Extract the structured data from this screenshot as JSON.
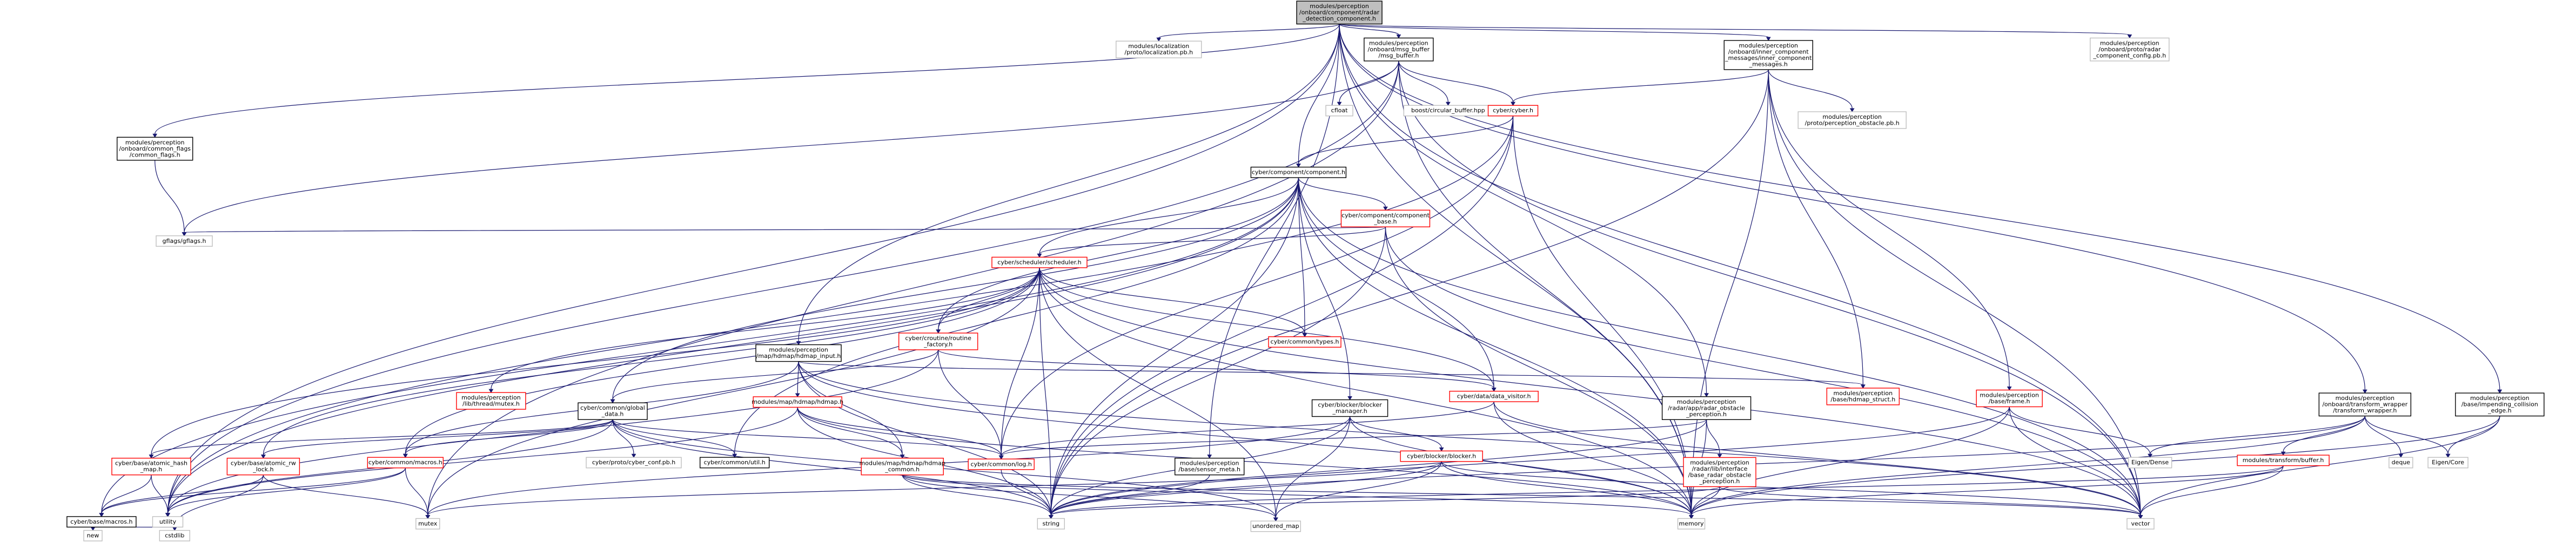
{
  "colors": {
    "edge": "#191970",
    "focus_fill": "#bfbfbf",
    "focus_stroke": "#000000",
    "normal_stroke": "#000000",
    "hidden_stroke": "#ff0000",
    "leaf_stroke": "#bfbfbf"
  },
  "nodes": [
    {
      "id": "root",
      "kind": "focus",
      "lines": [
        "modules/perception",
        "/onboard/component/radar",
        "_detection_component.h"
      ]
    },
    {
      "id": "loc_pb",
      "kind": "leaf",
      "lines": [
        "modules/localization",
        "/proto/localization.pb.h"
      ]
    },
    {
      "id": "msg_buffer",
      "kind": "normal",
      "lines": [
        "modules/perception",
        "/onboard/msg_buffer",
        "/msg_buffer.h"
      ]
    },
    {
      "id": "inner_msgs",
      "kind": "normal",
      "lines": [
        "modules/perception",
        "/onboard/inner_component",
        "_messages/inner_component",
        "_messages.h"
      ]
    },
    {
      "id": "radar_cfg_pb",
      "kind": "leaf",
      "lines": [
        "modules/perception",
        "/onboard/proto/radar",
        "_component_config.pb.h"
      ]
    },
    {
      "id": "common_flags",
      "kind": "normal",
      "lines": [
        "modules/perception",
        "/onboard/common_flags",
        "/common_flags.h"
      ]
    },
    {
      "id": "cfloat",
      "kind": "leaf",
      "lines": [
        "cfloat"
      ]
    },
    {
      "id": "boost_cb",
      "kind": "leaf",
      "lines": [
        "boost/circular_buffer.hpp"
      ]
    },
    {
      "id": "cyber_h",
      "kind": "hidden",
      "lines": [
        "cyber/cyber.h"
      ]
    },
    {
      "id": "obstacle_pb",
      "kind": "leaf",
      "lines": [
        "modules/perception",
        "/proto/perception_obstacle.pb.h"
      ]
    },
    {
      "id": "component_h",
      "kind": "normal",
      "lines": [
        "cyber/component/component.h"
      ]
    },
    {
      "id": "component_base",
      "kind": "hidden",
      "lines": [
        "cyber/component/component",
        "_base.h"
      ]
    },
    {
      "id": "gflags",
      "kind": "leaf",
      "lines": [
        "gflags/gflags.h"
      ]
    },
    {
      "id": "scheduler",
      "kind": "hidden",
      "lines": [
        "cyber/scheduler/scheduler.h"
      ]
    },
    {
      "id": "routine_factory",
      "kind": "hidden",
      "lines": [
        "cyber/croutine/routine",
        "_factory.h"
      ]
    },
    {
      "id": "common_types",
      "kind": "hidden",
      "lines": [
        "cyber/common/types.h"
      ]
    },
    {
      "id": "hdmap_input",
      "kind": "normal",
      "lines": [
        "modules/perception",
        "/map/hdmap/hdmap_input.h"
      ]
    },
    {
      "id": "mutex_h",
      "kind": "hidden",
      "lines": [
        "modules/perception",
        "/lib/thread/mutex.h"
      ]
    },
    {
      "id": "global_data",
      "kind": "normal",
      "lines": [
        "cyber/common/global",
        "_data.h"
      ]
    },
    {
      "id": "hdmap_h",
      "kind": "hidden",
      "lines": [
        "modules/map/hdmap/hdmap.h"
      ]
    },
    {
      "id": "data_visitor",
      "kind": "hidden",
      "lines": [
        "cyber/data/data_visitor.h"
      ]
    },
    {
      "id": "blocker_manager",
      "kind": "normal",
      "lines": [
        "cyber/blocker/blocker",
        "_manager.h"
      ]
    },
    {
      "id": "radar_obs_percep",
      "kind": "normal",
      "lines": [
        "modules/perception",
        "/radar/app/radar_obstacle",
        "_perception.h"
      ]
    },
    {
      "id": "hdmap_struct",
      "kind": "hidden",
      "lines": [
        "modules/perception",
        "/base/hdmap_struct.h"
      ]
    },
    {
      "id": "base_frame",
      "kind": "hidden",
      "lines": [
        "modules/perception",
        "/base/frame.h"
      ]
    },
    {
      "id": "transform_wrapper",
      "kind": "normal",
      "lines": [
        "modules/perception",
        "/onboard/transform_wrapper",
        "/transform_wrapper.h"
      ]
    },
    {
      "id": "bounding_collision",
      "kind": "normal",
      "lines": [
        "modules/perception",
        "/base/impending_collision",
        "_edge.h"
      ]
    },
    {
      "id": "atomic_hash_map",
      "kind": "hidden",
      "lines": [
        "cyber/base/atomic_hash",
        "_map.h"
      ]
    },
    {
      "id": "atomic_rw_lock",
      "kind": "hidden",
      "lines": [
        "cyber/base/atomic_rw",
        "_lock.h"
      ]
    },
    {
      "id": "cyber_macros",
      "kind": "hidden",
      "lines": [
        "cyber/common/macros.h"
      ]
    },
    {
      "id": "cyber_conf_pb",
      "kind": "leaf",
      "lines": [
        "cyber/proto/cyber_conf.pb.h"
      ]
    },
    {
      "id": "common_util",
      "kind": "normal",
      "lines": [
        "cyber/common/util.h"
      ]
    },
    {
      "id": "hdmap_common",
      "kind": "hidden",
      "lines": [
        "modules/map/hdmap/hdmap",
        "_common.h"
      ]
    },
    {
      "id": "common_log",
      "kind": "hidden",
      "lines": [
        "cyber/common/log.h"
      ]
    },
    {
      "id": "sensor_meta",
      "kind": "normal",
      "lines": [
        "modules/perception",
        "/base/sensor_meta.h"
      ]
    },
    {
      "id": "blocker_h",
      "kind": "hidden",
      "lines": [
        "cyber/blocker/blocker.h"
      ]
    },
    {
      "id": "base_radar_iface",
      "kind": "hidden",
      "lines": [
        "modules/perception",
        "/radar/lib/interface",
        "/base_radar_obstacle",
        "_perception.h"
      ]
    },
    {
      "id": "transform_buffer",
      "kind": "hidden",
      "lines": [
        "modules/transform/buffer.h"
      ]
    },
    {
      "id": "eigen_dense",
      "kind": "leaf",
      "lines": [
        "Eigen/Dense"
      ]
    },
    {
      "id": "deque",
      "kind": "leaf",
      "lines": [
        "deque"
      ]
    },
    {
      "id": "eigen_core",
      "kind": "leaf",
      "lines": [
        "Eigen/Core"
      ]
    },
    {
      "id": "base_macros",
      "kind": "normal",
      "lines": [
        "cyber/base/macros.h"
      ]
    },
    {
      "id": "utility",
      "kind": "leaf",
      "lines": [
        "utility"
      ]
    },
    {
      "id": "mutex",
      "kind": "leaf",
      "lines": [
        "mutex"
      ]
    },
    {
      "id": "string",
      "kind": "leaf",
      "lines": [
        "string"
      ]
    },
    {
      "id": "unordered_map",
      "kind": "leaf",
      "lines": [
        "unordered_map"
      ]
    },
    {
      "id": "memory",
      "kind": "leaf",
      "lines": [
        "memory"
      ]
    },
    {
      "id": "vector",
      "kind": "leaf",
      "lines": [
        "vector"
      ]
    },
    {
      "id": "new",
      "kind": "leaf",
      "lines": [
        "new"
      ]
    },
    {
      "id": "cstdlib",
      "kind": "leaf",
      "lines": [
        "cstdlib"
      ]
    }
  ],
  "edges": [
    [
      "root",
      "loc_pb"
    ],
    [
      "root",
      "msg_buffer"
    ],
    [
      "root",
      "inner_msgs"
    ],
    [
      "root",
      "radar_cfg_pb"
    ],
    [
      "root",
      "common_flags"
    ],
    [
      "root",
      "component_h"
    ],
    [
      "root",
      "hdmap_input"
    ],
    [
      "root",
      "radar_obs_percep"
    ],
    [
      "root",
      "transform_wrapper"
    ],
    [
      "root",
      "bounding_collision"
    ],
    [
      "root",
      "sensor_meta"
    ],
    [
      "root",
      "utility"
    ],
    [
      "root",
      "memory"
    ],
    [
      "root",
      "vector"
    ],
    [
      "msg_buffer",
      "cfloat"
    ],
    [
      "msg_buffer",
      "boost_cb"
    ],
    [
      "msg_buffer",
      "cyber_h"
    ],
    [
      "msg_buffer",
      "gflags"
    ],
    [
      "msg_buffer",
      "utility"
    ],
    [
      "msg_buffer",
      "mutex"
    ],
    [
      "msg_buffer",
      "memory"
    ],
    [
      "msg_buffer",
      "vector"
    ],
    [
      "inner_msgs",
      "cyber_h"
    ],
    [
      "inner_msgs",
      "obstacle_pb"
    ],
    [
      "inner_msgs",
      "hdmap_struct"
    ],
    [
      "inner_msgs",
      "base_frame"
    ],
    [
      "inner_msgs",
      "memory"
    ],
    [
      "inner_msgs",
      "string"
    ],
    [
      "inner_msgs",
      "vector"
    ],
    [
      "common_flags",
      "gflags"
    ],
    [
      "cyber_h",
      "component_h"
    ],
    [
      "cyber_h",
      "common_log"
    ],
    [
      "cyber_h",
      "memory"
    ],
    [
      "cyber_h",
      "string"
    ],
    [
      "cyber_h",
      "utility"
    ],
    [
      "component_h",
      "component_base"
    ],
    [
      "component_h",
      "scheduler"
    ],
    [
      "component_h",
      "routine_factory"
    ],
    [
      "component_h",
      "common_types"
    ],
    [
      "component_h",
      "global_data"
    ],
    [
      "component_h",
      "common_util"
    ],
    [
      "component_h",
      "data_visitor"
    ],
    [
      "component_h",
      "blocker_manager"
    ],
    [
      "component_h",
      "base_macros"
    ],
    [
      "component_h",
      "utility"
    ],
    [
      "component_h",
      "memory"
    ],
    [
      "component_h",
      "vector"
    ],
    [
      "component_h",
      "string"
    ],
    [
      "component_base",
      "gflags"
    ],
    [
      "component_base",
      "scheduler"
    ],
    [
      "component_base",
      "memory"
    ],
    [
      "component_base",
      "string"
    ],
    [
      "component_base",
      "vector"
    ],
    [
      "scheduler",
      "routine_factory"
    ],
    [
      "scheduler",
      "common_types"
    ],
    [
      "scheduler",
      "mutex_h"
    ],
    [
      "scheduler",
      "atomic_hash_map"
    ],
    [
      "scheduler",
      "atomic_rw_lock"
    ],
    [
      "scheduler",
      "cyber_macros"
    ],
    [
      "scheduler",
      "common_log"
    ],
    [
      "scheduler",
      "data_visitor"
    ],
    [
      "scheduler",
      "mutex"
    ],
    [
      "scheduler",
      "string"
    ],
    [
      "scheduler",
      "unordered_map"
    ],
    [
      "scheduler",
      "memory"
    ],
    [
      "scheduler",
      "vector"
    ],
    [
      "routine_factory",
      "common_log"
    ],
    [
      "routine_factory",
      "data_visitor"
    ],
    [
      "routine_factory",
      "global_data"
    ],
    [
      "routine_factory",
      "utility"
    ],
    [
      "hdmap_input",
      "hdmap_h"
    ],
    [
      "hdmap_input",
      "hdmap_common"
    ],
    [
      "hdmap_input",
      "hdmap_struct"
    ],
    [
      "hdmap_input",
      "memory"
    ],
    [
      "hdmap_input",
      "string"
    ],
    [
      "hdmap_input",
      "vector"
    ],
    [
      "hdmap_input",
      "cyber_macros"
    ],
    [
      "global_data",
      "atomic_hash_map"
    ],
    [
      "global_data",
      "atomic_rw_lock"
    ],
    [
      "global_data",
      "cyber_macros"
    ],
    [
      "global_data",
      "cyber_conf_pb"
    ],
    [
      "global_data",
      "common_util"
    ],
    [
      "global_data",
      "common_log"
    ],
    [
      "global_data",
      "string"
    ],
    [
      "global_data",
      "unordered_map"
    ],
    [
      "global_data",
      "utility"
    ],
    [
      "hdmap_h",
      "hdmap_common"
    ],
    [
      "hdmap_h",
      "common_log"
    ],
    [
      "hdmap_h",
      "memory"
    ],
    [
      "hdmap_h",
      "string"
    ],
    [
      "hdmap_h",
      "utility"
    ],
    [
      "data_visitor",
      "common_log"
    ],
    [
      "data_visitor",
      "memory"
    ],
    [
      "data_visitor",
      "vector"
    ],
    [
      "blocker_manager",
      "blocker_h"
    ],
    [
      "blocker_manager",
      "memory"
    ],
    [
      "blocker_manager",
      "string"
    ],
    [
      "blocker_manager",
      "unordered_map"
    ],
    [
      "blocker_manager",
      "mutex"
    ],
    [
      "radar_obs_percep",
      "base_radar_iface"
    ],
    [
      "radar_obs_percep",
      "common_log"
    ],
    [
      "radar_obs_percep",
      "memory"
    ],
    [
      "radar_obs_percep",
      "string"
    ],
    [
      "base_frame",
      "eigen_dense"
    ],
    [
      "base_frame",
      "memory"
    ],
    [
      "base_frame",
      "vector"
    ],
    [
      "base_frame",
      "string"
    ],
    [
      "transform_wrapper",
      "transform_buffer"
    ],
    [
      "transform_wrapper",
      "eigen_dense"
    ],
    [
      "transform_wrapper",
      "deque"
    ],
    [
      "transform_wrapper",
      "eigen_core"
    ],
    [
      "transform_wrapper",
      "memory"
    ],
    [
      "transform_wrapper",
      "string"
    ],
    [
      "bounding_collision",
      "eigen_core"
    ],
    [
      "bounding_collision",
      "memory"
    ],
    [
      "bounding_collision",
      "vector"
    ],
    [
      "atomic_hash_map",
      "base_macros"
    ],
    [
      "atomic_hash_map",
      "utility"
    ],
    [
      "atomic_rw_lock",
      "base_macros"
    ],
    [
      "atomic_rw_lock",
      "cstdlib"
    ],
    [
      "atomic_rw_lock",
      "mutex"
    ],
    [
      "cyber_macros",
      "base_macros"
    ],
    [
      "cyber_macros",
      "mutex"
    ],
    [
      "cyber_macros",
      "utility"
    ],
    [
      "hdmap_common",
      "memory"
    ],
    [
      "hdmap_common",
      "string"
    ],
    [
      "hdmap_common",
      "vector"
    ],
    [
      "hdmap_common",
      "unordered_map"
    ],
    [
      "common_log",
      "string"
    ],
    [
      "sensor_meta",
      "string"
    ],
    [
      "blocker_h",
      "memory"
    ],
    [
      "blocker_h",
      "string"
    ],
    [
      "blocker_h",
      "vector"
    ],
    [
      "blocker_h",
      "mutex"
    ],
    [
      "blocker_h",
      "unordered_map"
    ],
    [
      "base_radar_iface",
      "memory"
    ],
    [
      "base_radar_iface",
      "string"
    ],
    [
      "base_radar_iface",
      "vector"
    ],
    [
      "transform_buffer",
      "memory"
    ],
    [
      "transform_buffer",
      "string"
    ],
    [
      "transform_buffer",
      "vector"
    ],
    [
      "base_macros",
      "new"
    ],
    [
      "base_macros",
      "cstdlib"
    ]
  ]
}
